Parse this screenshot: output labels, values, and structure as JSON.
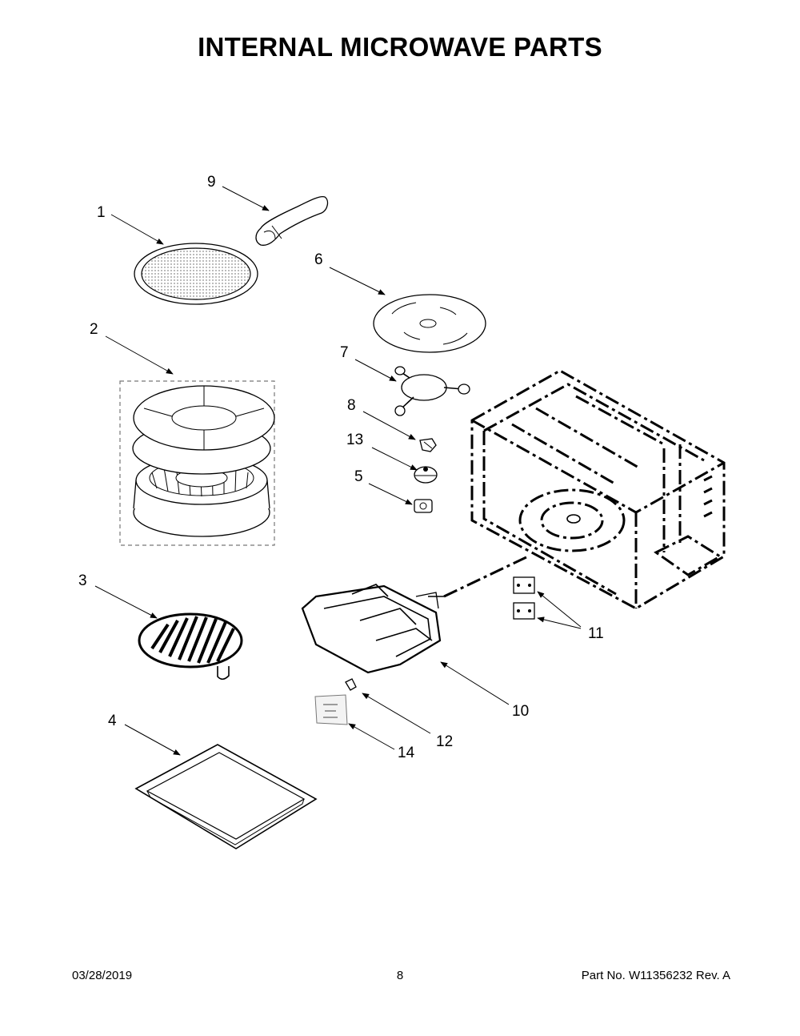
{
  "title": "INTERNAL MICROWAVE PARTS",
  "callouts": {
    "c1": "1",
    "c2": "2",
    "c3": "3",
    "c4": "4",
    "c5": "5",
    "c6": "6",
    "c7": "7",
    "c8": "8",
    "c9": "9",
    "c10": "10",
    "c11": "11",
    "c12": "12",
    "c13": "13",
    "c14": "14"
  },
  "footer": {
    "date": "03/28/2019",
    "page": "8",
    "part_number": "Part No.  W11356232  Rev.  A"
  }
}
